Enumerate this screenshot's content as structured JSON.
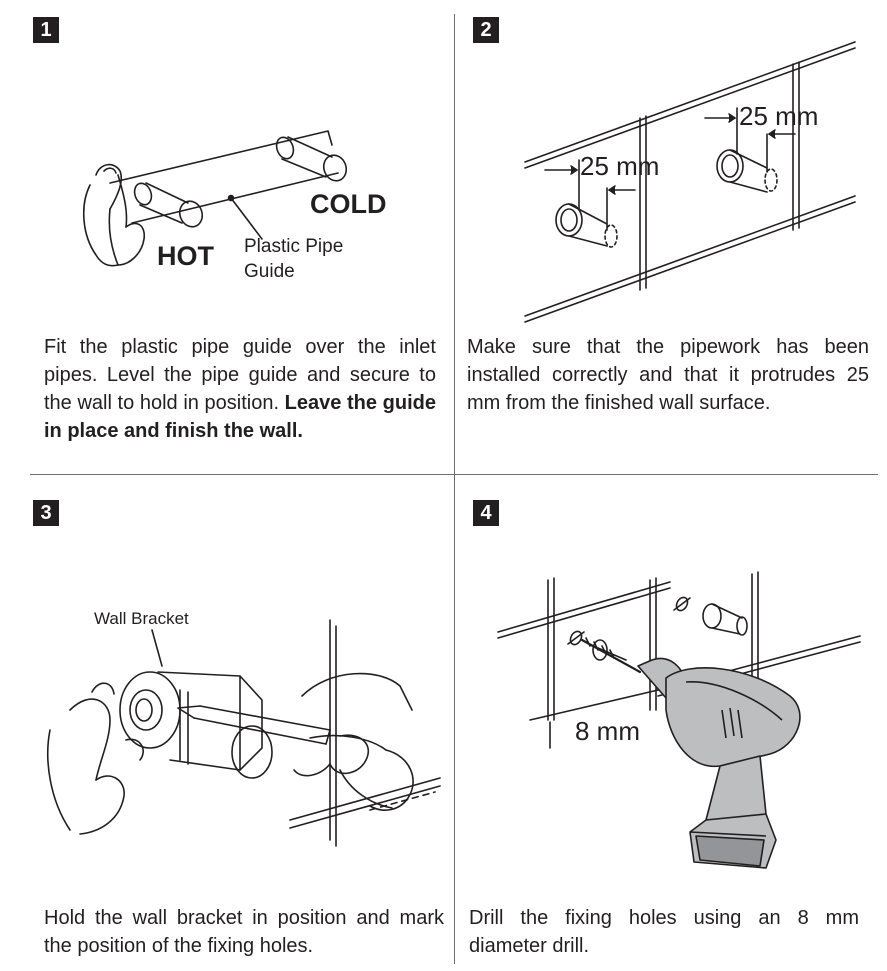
{
  "steps": [
    {
      "number": "1",
      "labels": {
        "hot": "HOT",
        "cold": "COLD",
        "guide_line1": "Plastic Pipe",
        "guide_line2": "Guide"
      },
      "caption_text": "Fit the plastic pipe guide over the inlet pipes. Level the pipe guide and secure to the wall to hold in position. ",
      "caption_bold": "Leave the guide in place and finish the wall."
    },
    {
      "number": "2",
      "labels": {
        "dim_left": "25 mm",
        "dim_right": "25 mm"
      },
      "caption_text": "Make sure that the pipework has been installed correctly and that it protrudes 25 mm from the finished wall surface."
    },
    {
      "number": "3",
      "labels": {
        "bracket": "Wall Bracket"
      },
      "caption_text": "Hold the wall bracket in position and mark the position of the fixing holes."
    },
    {
      "number": "4",
      "labels": {
        "drill_size": "8 mm"
      },
      "caption_text": "Drill the fixing holes using an 8 mm diameter drill."
    }
  ],
  "colors": {
    "ink": "#231f20",
    "drill_body": "#bcbec0",
    "drill_shade": "#939598",
    "divider": "#6d6e71"
  }
}
